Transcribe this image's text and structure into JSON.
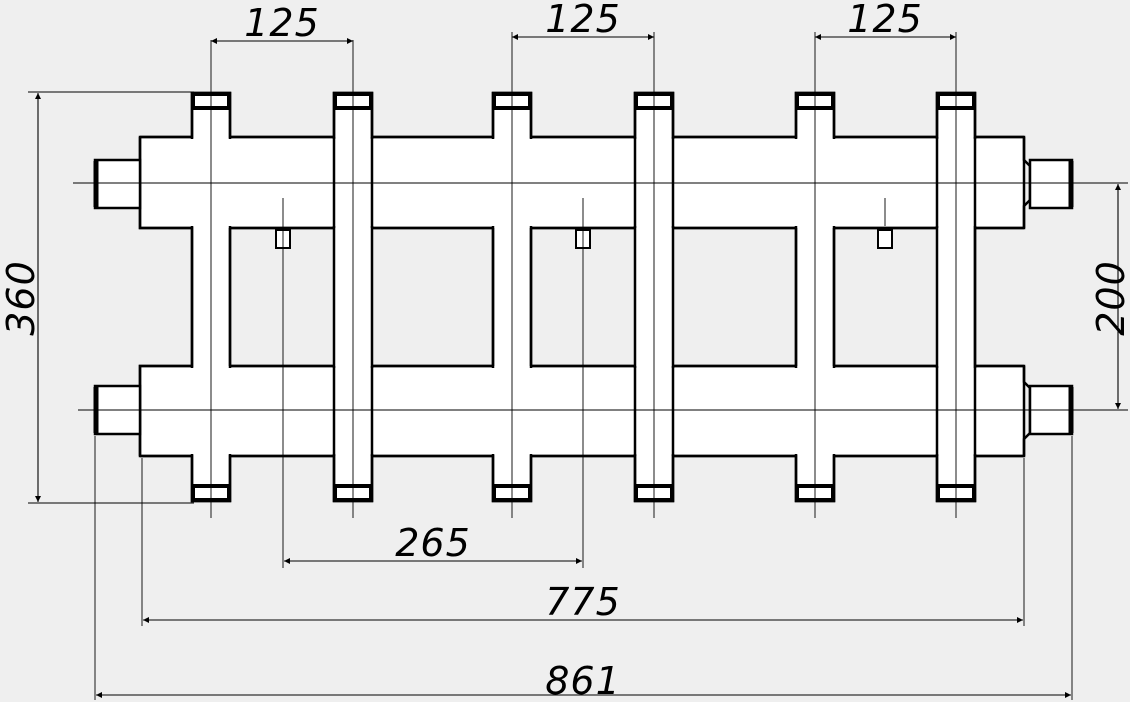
{
  "diagram": {
    "background": "#efefef",
    "line_color": "#000000",
    "labels": {
      "pitch_1": "125",
      "pitch_2": "125",
      "pitch_3": "125",
      "height": "360",
      "header_spacing": "200",
      "sensor_spacing": "265",
      "body_length": "775",
      "overall_length": "861"
    }
  }
}
